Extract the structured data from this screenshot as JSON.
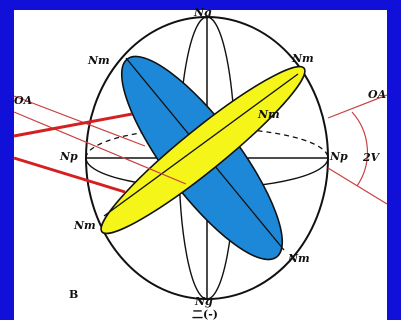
{
  "colors": {
    "frame": "#1010d8",
    "background": "#ffffff",
    "ellipse_blue": "#1e88d8",
    "ellipse_yellow": "#f5f51a",
    "pointer_red": "#d42020",
    "oa_line": "#c84040",
    "outline": "#111111"
  },
  "labels": {
    "ng_top": "Ng",
    "ng_bottom": "Ng",
    "np_left": "Np",
    "np_right": "Np",
    "nm_top_left": "Nm",
    "nm_top_right": "Nm",
    "nm_center": "Nm",
    "nm_bottom_left": "Nm",
    "nm_bottom_right": "Nm",
    "oa_left": "OA",
    "oa_right": "OA",
    "angle": "2V",
    "corner": "B",
    "sign": "二(-)"
  }
}
